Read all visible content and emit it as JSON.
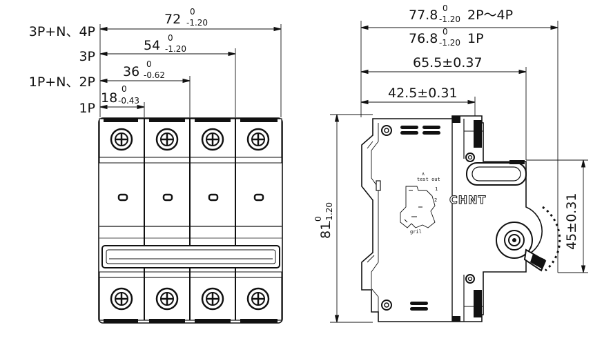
{
  "front_view": {
    "pole_labels": [
      {
        "id": "4p",
        "text": "3P+N、4P"
      },
      {
        "id": "3p",
        "text": "3P"
      },
      {
        "id": "2p",
        "text": "1P+N、2P"
      },
      {
        "id": "1p",
        "text": "1P"
      }
    ],
    "widths": [
      {
        "id": "w72",
        "nominal": "72",
        "upper": "0",
        "lower": "-1.20"
      },
      {
        "id": "w54",
        "nominal": "54",
        "upper": "0",
        "lower": "-1.20"
      },
      {
        "id": "w36",
        "nominal": "36",
        "upper": "0",
        "lower": "-0.62"
      },
      {
        "id": "w18",
        "nominal": "18",
        "upper": "0",
        "lower": "-0.43"
      }
    ]
  },
  "side_view": {
    "depths": [
      {
        "id": "d778",
        "nominal": "77.8",
        "upper": "0",
        "lower": "-1.20",
        "suffix": "2P～4P"
      },
      {
        "id": "d768",
        "nominal": "76.8",
        "upper": "0",
        "lower": "-1.20",
        "suffix": "1P"
      },
      {
        "id": "d655",
        "text": "65.5±0.37"
      },
      {
        "id": "d425",
        "text": "42.5±0.31"
      }
    ],
    "height": {
      "nominal": "81",
      "upper": "0",
      "lower": "-1.20"
    },
    "rail_height": {
      "text": "45±0.31"
    },
    "brand": "CHNT",
    "small_marks": [
      "∧",
      "test out",
      "1",
      "2",
      "gril"
    ]
  }
}
